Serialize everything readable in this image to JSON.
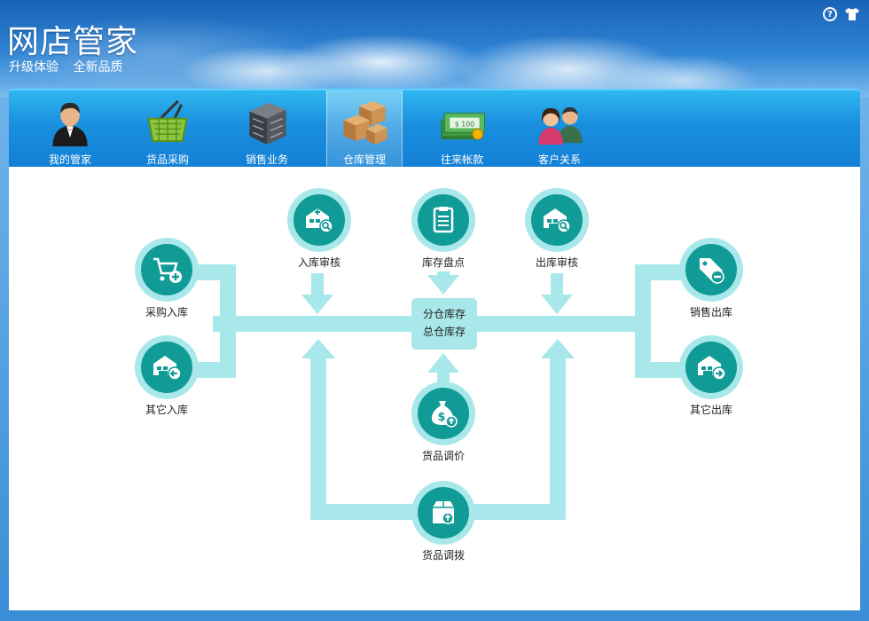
{
  "header": {
    "title": "网店管家",
    "subtitles": [
      "升级体验",
      "全新品质"
    ]
  },
  "top_icons": [
    "help-icon",
    "skin-shirt-icon"
  ],
  "tabs": [
    {
      "label": "我的管家",
      "icon": "butler-icon"
    },
    {
      "label": "货品采购",
      "icon": "basket-icon"
    },
    {
      "label": "销售业务",
      "icon": "server-icon"
    },
    {
      "label": "仓库管理",
      "icon": "boxes-icon",
      "active": true
    },
    {
      "label": "往来帐款",
      "icon": "money-icon"
    },
    {
      "label": "客户关系",
      "icon": "customers-icon"
    }
  ],
  "flow": {
    "center": {
      "line1": "分仓库存",
      "line2": "总仓库存"
    },
    "nodes": {
      "purchase_in": "采购入库",
      "other_in": "其它入库",
      "in_audit": "入库审核",
      "stocktake": "库存盘点",
      "out_audit": "出库审核",
      "sales_out": "销售出库",
      "other_out": "其它出库",
      "price_adjust": "货品调价",
      "transfer": "货品调拨"
    }
  },
  "colors": {
    "accent_dark": "#119b96",
    "accent_light": "#a9e8ea",
    "toolbar": "#1a8fde"
  }
}
